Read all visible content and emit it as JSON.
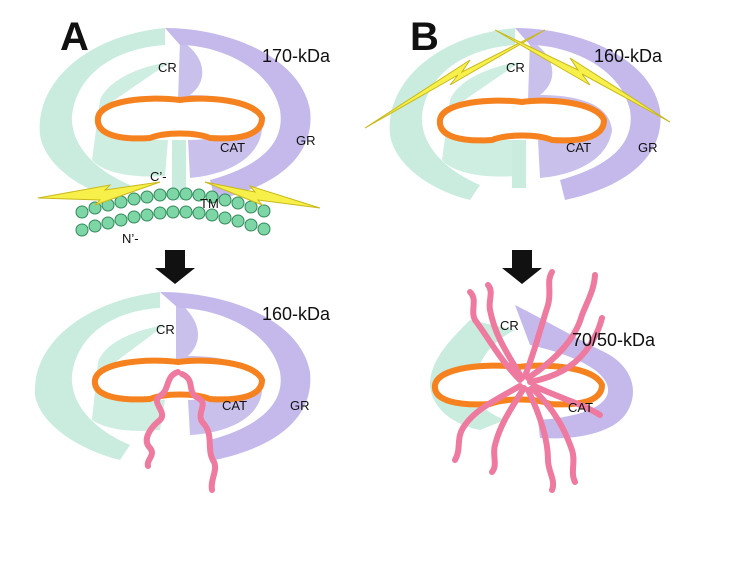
{
  "panels": {
    "a": {
      "letter": "A",
      "top_mass": "170-kDa",
      "bottom_mass": "160-kDa",
      "labels": {
        "cr_top": "CR",
        "cat_top": "CAT",
        "gr_top": "GR",
        "c_term": "C’-",
        "tm": "TM",
        "n_term": "N’-",
        "cr_bottom": "CR",
        "cat_bottom": "CAT",
        "gr_bottom": "GR"
      }
    },
    "b": {
      "letter": "B",
      "top_mass": "160-kDa",
      "bottom_mass": "70/50-kDa",
      "labels": {
        "cr_top": "CR",
        "cat_top": "CAT",
        "gr_top": "GR",
        "cr_bottom": "CR",
        "cat_bottom": "CAT"
      }
    }
  },
  "colors": {
    "green_domain": "#c9ecdf",
    "purple_domain": "#c4b9ea",
    "cat_ring": "#f5821f",
    "lightning": "#f7f04a",
    "membrane_bead": "#7ed6a6",
    "fragment": "#ee7aa0",
    "arrow": "#111111"
  },
  "icons": [
    "lightning-bolt-icon",
    "down-arrow-icon"
  ]
}
